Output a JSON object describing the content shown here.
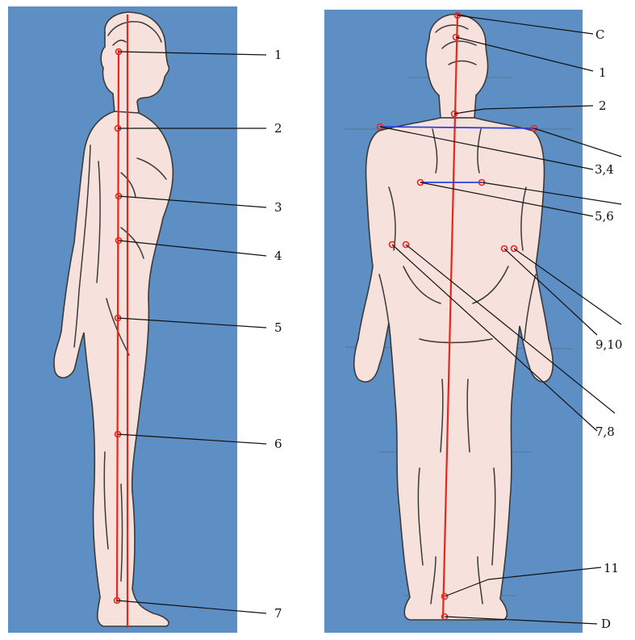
{
  "side_view": {
    "labels": [
      "1",
      "2",
      "3",
      "4",
      "5",
      "6",
      "7"
    ]
  },
  "back_view": {
    "labels": [
      "C",
      "1",
      "2",
      "3,4",
      "5,6",
      "9,10",
      "7,8",
      "11",
      "D"
    ]
  },
  "colors": {
    "background_panel": "#5d8fc4",
    "skin": "#f6e1dc",
    "plumb_line": "#e8261b",
    "blue_line": "#2b3fe0"
  }
}
